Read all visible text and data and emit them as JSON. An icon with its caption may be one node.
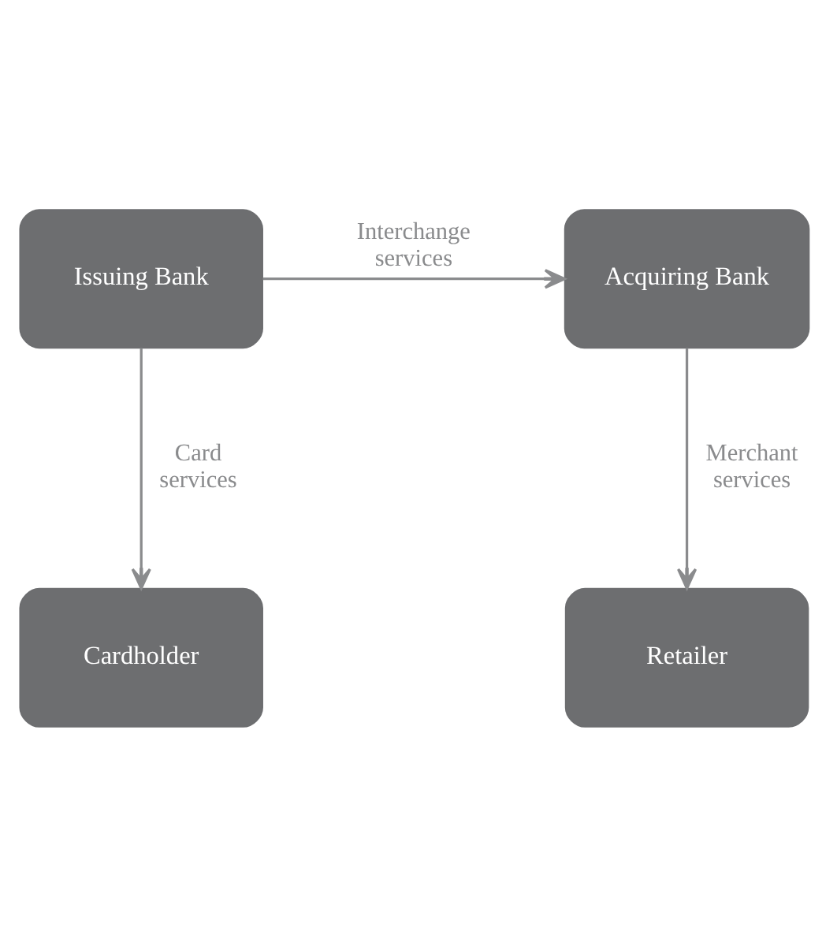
{
  "diagram": {
    "nodes": [
      {
        "text": [
          "Issuing Bank"
        ]
      },
      {
        "text": [
          "Acquiring Bank"
        ]
      },
      {
        "text": [
          "Cardholder"
        ]
      },
      {
        "text": [
          "Retailer"
        ]
      }
    ],
    "edges": [
      {
        "from": 0,
        "to": 1,
        "arrow": "to",
        "label": "Interchange services"
      },
      {
        "from": 0,
        "to": 2,
        "arrow": "to",
        "label": "Card services"
      },
      {
        "from": 1,
        "to": 3,
        "arrow": "to",
        "label": "Merchant services"
      }
    ]
  }
}
